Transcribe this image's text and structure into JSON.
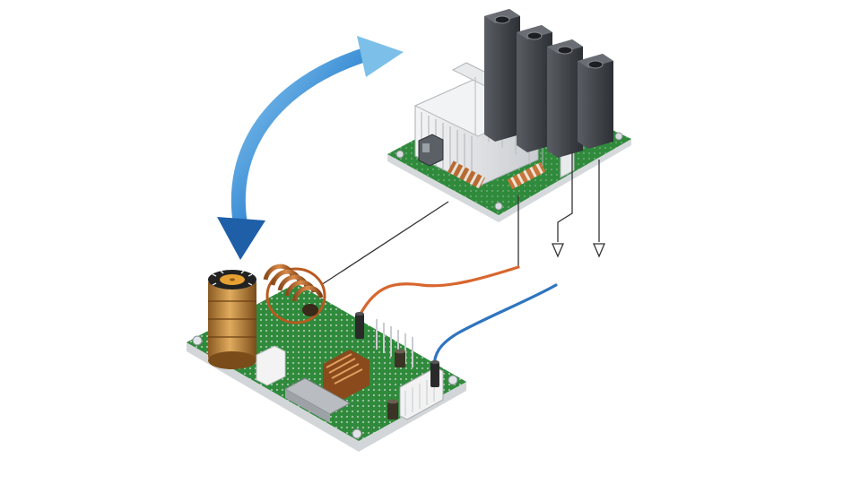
{
  "figure": {
    "background": "#ffffff",
    "colors": {
      "pcb_green": "#2f8a3b",
      "pcb_dark": "#1f6a2c",
      "solder_silver": "#c9ccd0",
      "heatsink": "#e4e6e8",
      "mosfet_dark": "#3c3f44",
      "copper": "#c46a2a",
      "arrow_blue_light": "#7cc0ea",
      "arrow_blue_dark": "#1e5fa8",
      "wire_orange": "#d8662e",
      "wire_blue": "#2f74c0",
      "ground_line": "#333333"
    },
    "icons": [
      "curved-double-arrow-icon",
      "ground-symbol-icon"
    ],
    "components": [
      "upper-power-board",
      "mosfet-array",
      "heatsink",
      "lower-driver-board",
      "toroidal-inductor",
      "coil-inductor",
      "connector-header",
      "orange-wire",
      "blue-wire"
    ]
  }
}
